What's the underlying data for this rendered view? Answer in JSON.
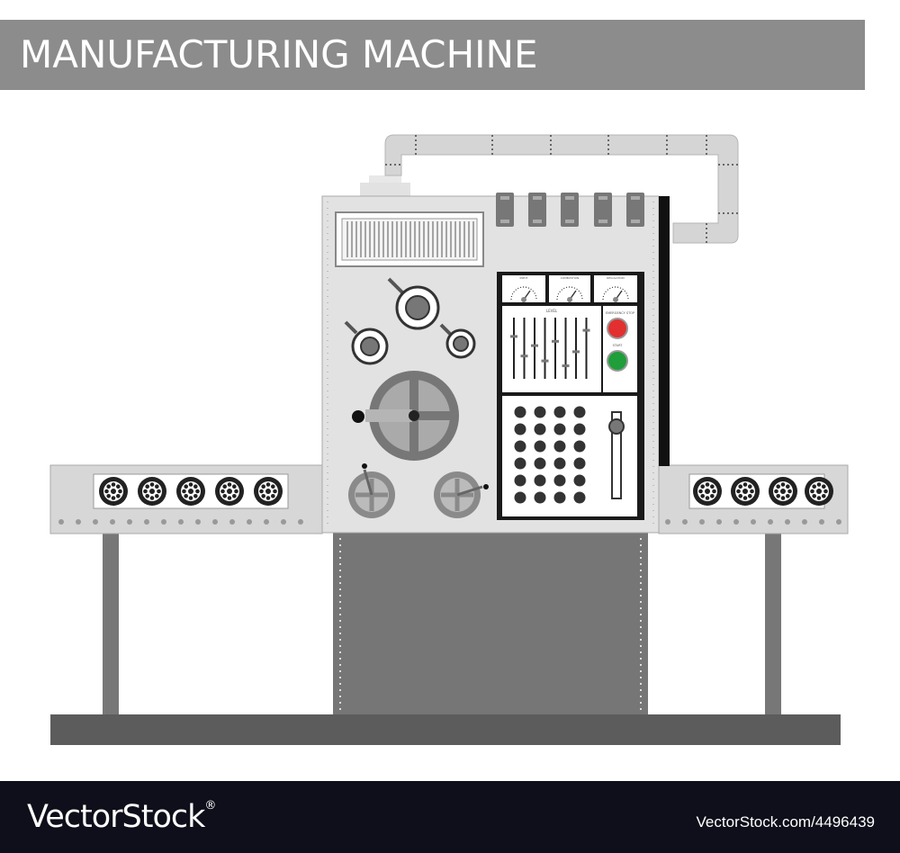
{
  "title": "MANUFACTURING MACHINE",
  "panel": {
    "gauges": [
      "INPUT",
      "COMBUSTION",
      "REGULATION"
    ],
    "level_label": "LEVEL",
    "emergency_label": "EMERGENCY STOP",
    "start_label": "START",
    "slider_levels": [
      0.7,
      0.38,
      0.55,
      0.3,
      0.62,
      0.22,
      0.45,
      0.8
    ]
  },
  "colors": {
    "title_bg": "#8c8c8c",
    "machine_body": "#e2e2e2",
    "base_dark": "#5c5c5c",
    "pedestal": "#767676",
    "emergency_button": "#e23030",
    "start_button": "#1f9e3a",
    "footer_bg": "#0e0f1a"
  },
  "footer": {
    "brand": "VectorStock",
    "reg_mark": "®",
    "image_id": "VectorStock.com/4496439"
  }
}
